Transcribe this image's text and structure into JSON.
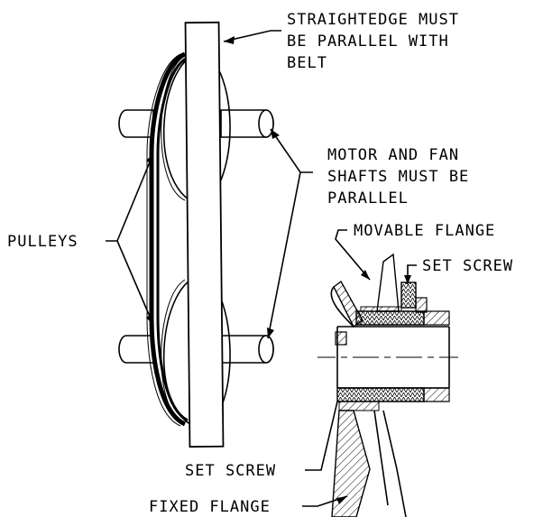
{
  "labels": {
    "straightedge": [
      "STRAIGHTEDGE MUST",
      "BE PARALLEL WITH",
      "BELT"
    ],
    "shafts": [
      "MOTOR AND FAN",
      "SHAFTS MUST BE",
      "PARALLEL"
    ],
    "pulleys": "PULLEYS",
    "movable_flange": "MOVABLE FLANGE",
    "set_screw_top": "SET SCREW",
    "set_screw_bottom": "SET SCREW",
    "fixed_flange": "FIXED FLANGE"
  }
}
